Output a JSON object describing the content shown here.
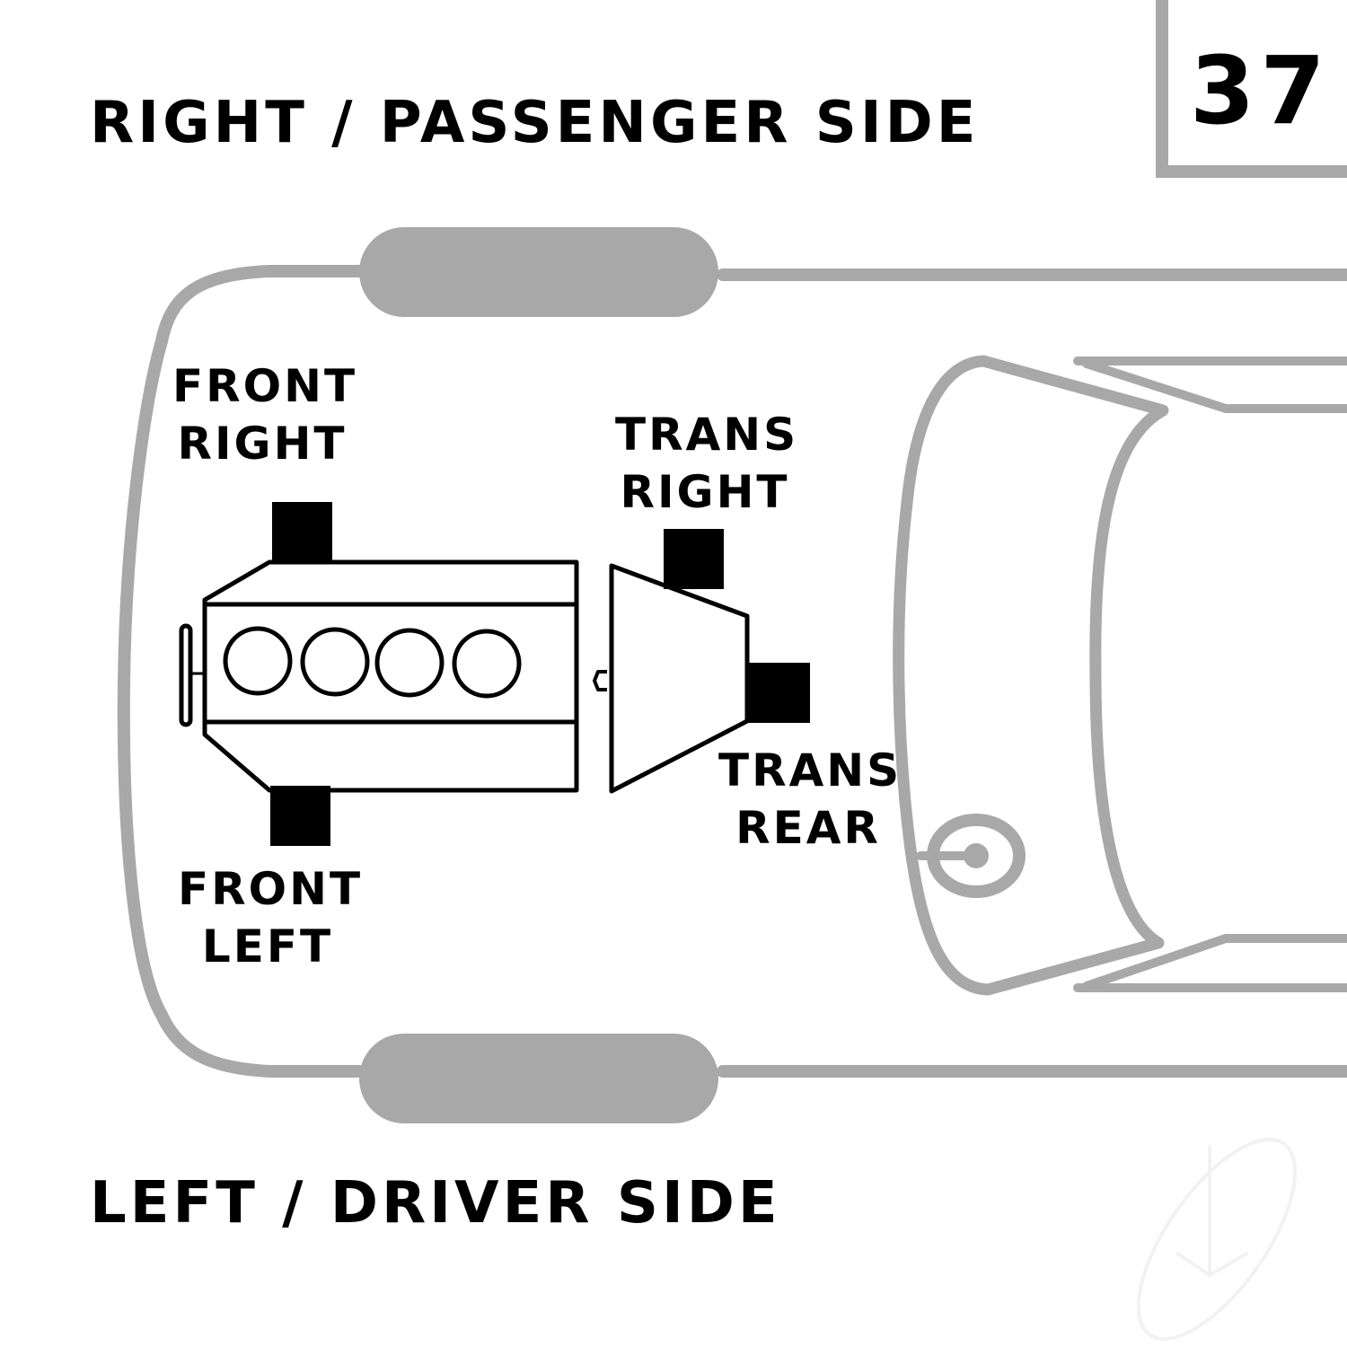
{
  "diagram": {
    "diagram_number": "37",
    "top_side_label": "RIGHT / PASSENGER SIDE",
    "bottom_side_label": "LEFT / DRIVER SIDE",
    "mounts": [
      {
        "id": "front-right",
        "line1": "FRONT",
        "line2": "RIGHT"
      },
      {
        "id": "front-left",
        "line1": "FRONT",
        "line2": "LEFT"
      },
      {
        "id": "trans-right",
        "line1": "TRANS",
        "line2": "RIGHT"
      },
      {
        "id": "trans-rear",
        "line1": "TRANS",
        "line2": "REAR"
      }
    ],
    "engine": {
      "cylinders": 4
    },
    "colors": {
      "outline": "#a8a8a8",
      "mount": "#000000",
      "text": "#000000",
      "background": "#ffffff"
    }
  }
}
